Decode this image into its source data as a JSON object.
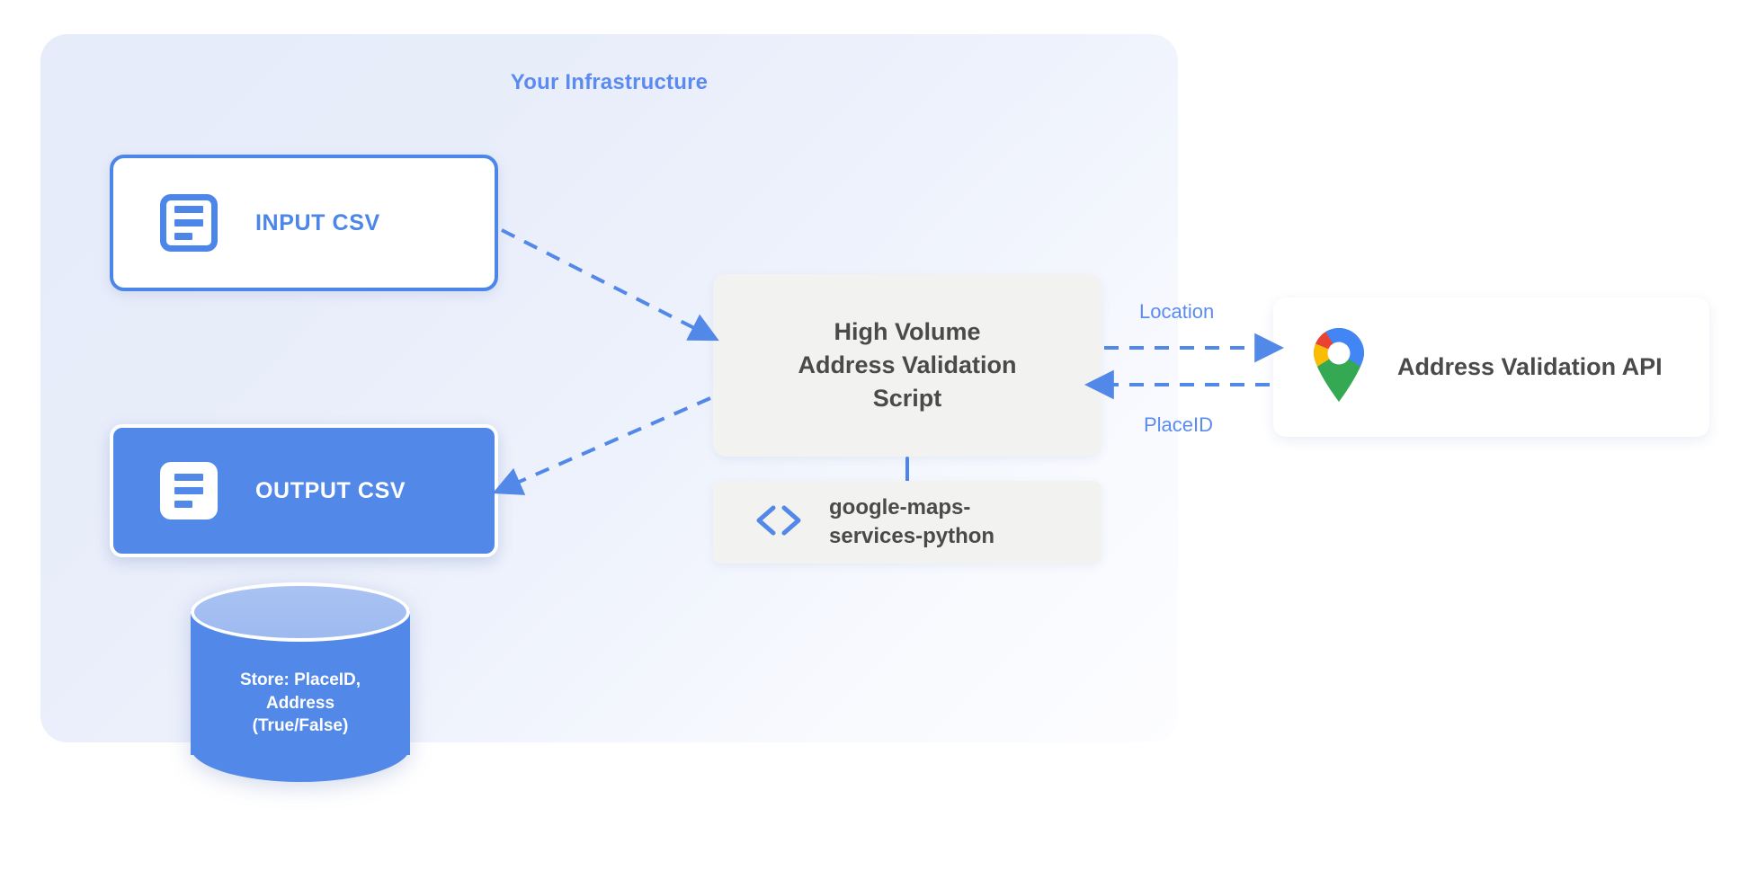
{
  "diagram": {
    "title": "Your Infrastructure",
    "accent_blue": "#5288e8",
    "accent_blue_light": "#5b8bf0",
    "panel_bg": "#e6ecfa",
    "box_gray": "#f2f2f0",
    "text_dark": "#4a4a4a"
  },
  "nodes": {
    "input_csv": {
      "label": "INPUT CSV",
      "icon": "document-icon"
    },
    "output_csv": {
      "label": "OUTPUT CSV",
      "icon": "document-icon"
    },
    "database": {
      "label": "Store: PlaceID,\nAddress\n(True/False)",
      "line1": "Store: PlaceID,",
      "line2": "Address",
      "line3": "(True/False)",
      "icon": "database-cylinder-icon"
    },
    "script": {
      "line1": "High Volume",
      "line2": "Address Validation",
      "line3": "Script"
    },
    "library": {
      "line1": "google-maps-",
      "line2": "services-python",
      "icon": "code-brackets-icon"
    },
    "api": {
      "label": "Address Validation API",
      "icon": "google-maps-pin-icon"
    }
  },
  "edges": {
    "location_label": "Location",
    "placeid_label": "PlaceID",
    "input_to_script": {
      "style": "dashed",
      "direction": "right"
    },
    "script_to_output": {
      "style": "dashed",
      "direction": "left"
    },
    "script_to_api": {
      "style": "dashed",
      "direction": "right"
    },
    "api_to_script": {
      "style": "dashed",
      "direction": "left"
    },
    "script_to_library": {
      "style": "solid"
    }
  },
  "pin_colors": {
    "blue": "#4285f4",
    "red": "#ea4335",
    "yellow": "#fbbc04",
    "green": "#34a853",
    "center": "#ffffff"
  }
}
